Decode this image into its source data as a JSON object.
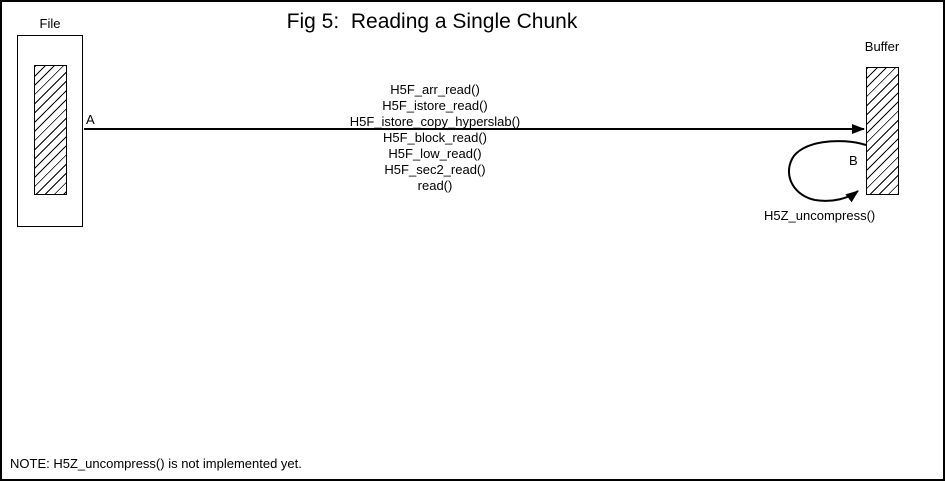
{
  "title": "Fig 5:  Reading a Single Chunk",
  "file": {
    "label": "File"
  },
  "buffer": {
    "label": "Buffer"
  },
  "read_arrow": {
    "label": "A",
    "functions": [
      "H5F_arr_read()",
      "H5F_istore_read()",
      "H5F_istore_copy_hyperslab()",
      "H5F_block_read()",
      "H5F_low_read()",
      "H5F_sec2_read()",
      "read()"
    ]
  },
  "uncompress_arrow": {
    "label": "B",
    "function": "H5Z_uncompress()"
  },
  "note": "NOTE: H5Z_uncompress() is not implemented yet.",
  "colors": {
    "ink": "#000000",
    "paper": "#ffffff"
  }
}
